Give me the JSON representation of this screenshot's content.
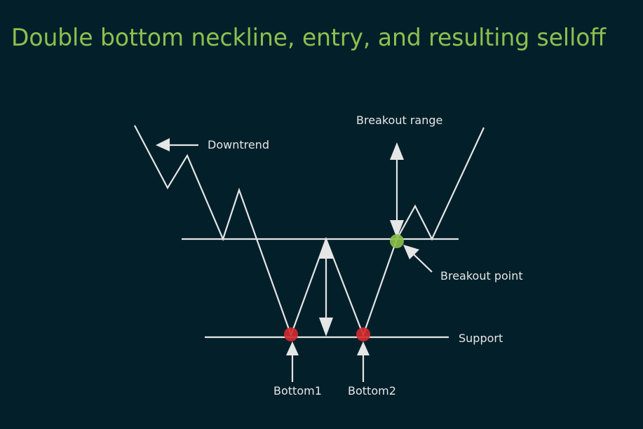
{
  "title": "Double bottom neckline, entry, and resulting selloff",
  "labels": {
    "downtrend": "Downtrend",
    "breakout_range": "Breakout range",
    "breakout_point": "Breakout  point",
    "support": "Support",
    "bottom1": "Bottom1",
    "bottom2": "Bottom2"
  },
  "colors": {
    "background": "#03202a",
    "title": "#8dc04f",
    "line": "#e6e6e6",
    "bottom_marker": "#d42a2f",
    "breakout_marker": "#8cbf4a"
  }
}
